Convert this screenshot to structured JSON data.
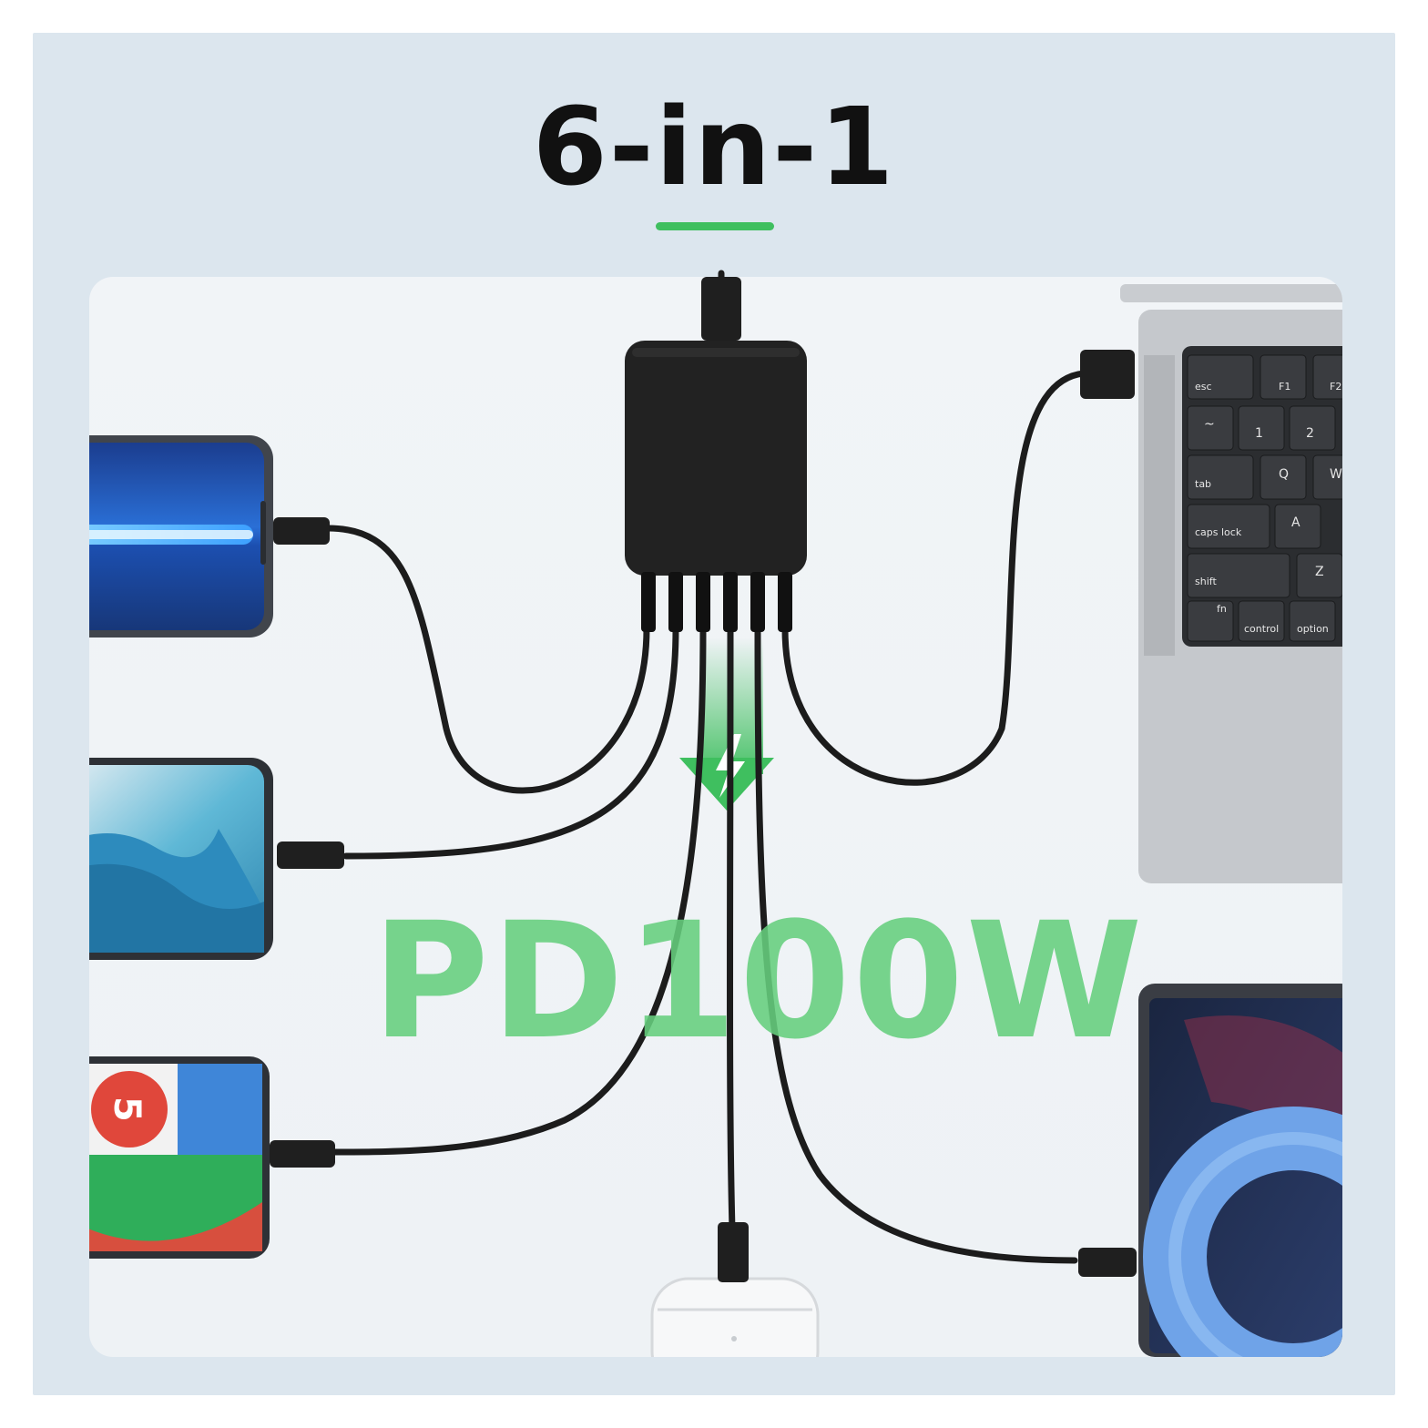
{
  "headline": "6-in-1",
  "power_label": "PD100W",
  "keyboard": {
    "esc": "esc",
    "f1": "F1",
    "f2": "F2",
    "tilde": "~",
    "one": "1",
    "two": "2",
    "tab": "tab",
    "q": "Q",
    "w": "W",
    "caps": "caps lock",
    "a": "A",
    "shift": "shift",
    "z": "Z",
    "fn": "fn",
    "control": "control",
    "option": "option"
  },
  "phone_badge": "5",
  "colors": {
    "accent_green": "#3fbf5f",
    "label_green": "#66cf7e",
    "cable": "#1c1c1c",
    "charger": "#222222"
  },
  "icons": [
    "lightning-icon",
    "down-arrow-icon"
  ]
}
